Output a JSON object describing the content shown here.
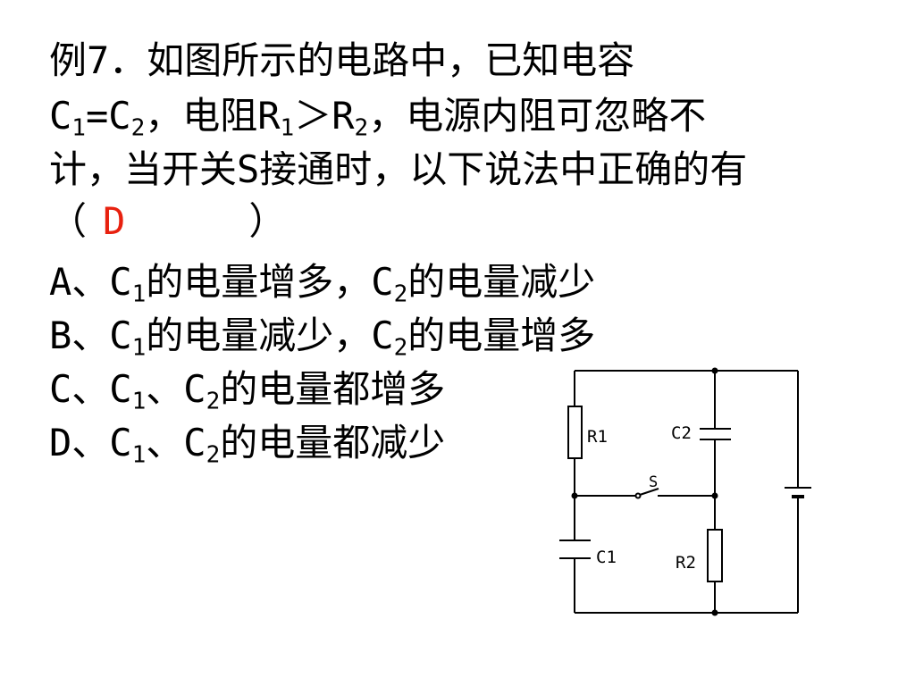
{
  "question": {
    "line1": "例7．如图所示的电路中，已知电容",
    "line2": {
      "c": "C",
      "sub1": "1",
      "eq": "=C",
      "sub2": "2",
      "mid": "，电阻R",
      "sub3": "1",
      "gt": "＞R",
      "sub4": "2",
      "rest": "，电源内阻可忽略不"
    },
    "line3": "计，当开关S接通时，以下说法中正确的有",
    "line4": {
      "open": "（",
      "answer": "D",
      "close": "）"
    }
  },
  "options": [
    {
      "label": "A、C",
      "sub1": "1",
      "text1": "的电量增多，C",
      "sub2": "2",
      "text2": "的电量减少"
    },
    {
      "label": "B、C",
      "sub1": "1",
      "text1": "的电量减少，C",
      "sub2": "2",
      "text2": "的电量增多"
    },
    {
      "label": "C、C",
      "sub1": "1",
      "text1": "、C",
      "sub2": "2",
      "text2": "的电量都增多"
    },
    {
      "label": "D、C",
      "sub1": "1",
      "text1": "、C",
      "sub2": "2",
      "text2": "的电量都减少"
    }
  ],
  "circuit": {
    "r1": "R",
    "r1_sub": "1",
    "c2": "C",
    "c2_sub": "2",
    "s": "S",
    "c1": "C",
    "c1_sub": "1",
    "r2": "R",
    "r2_sub": "2"
  },
  "colors": {
    "answer": "#e8210f",
    "text": "#000000"
  }
}
